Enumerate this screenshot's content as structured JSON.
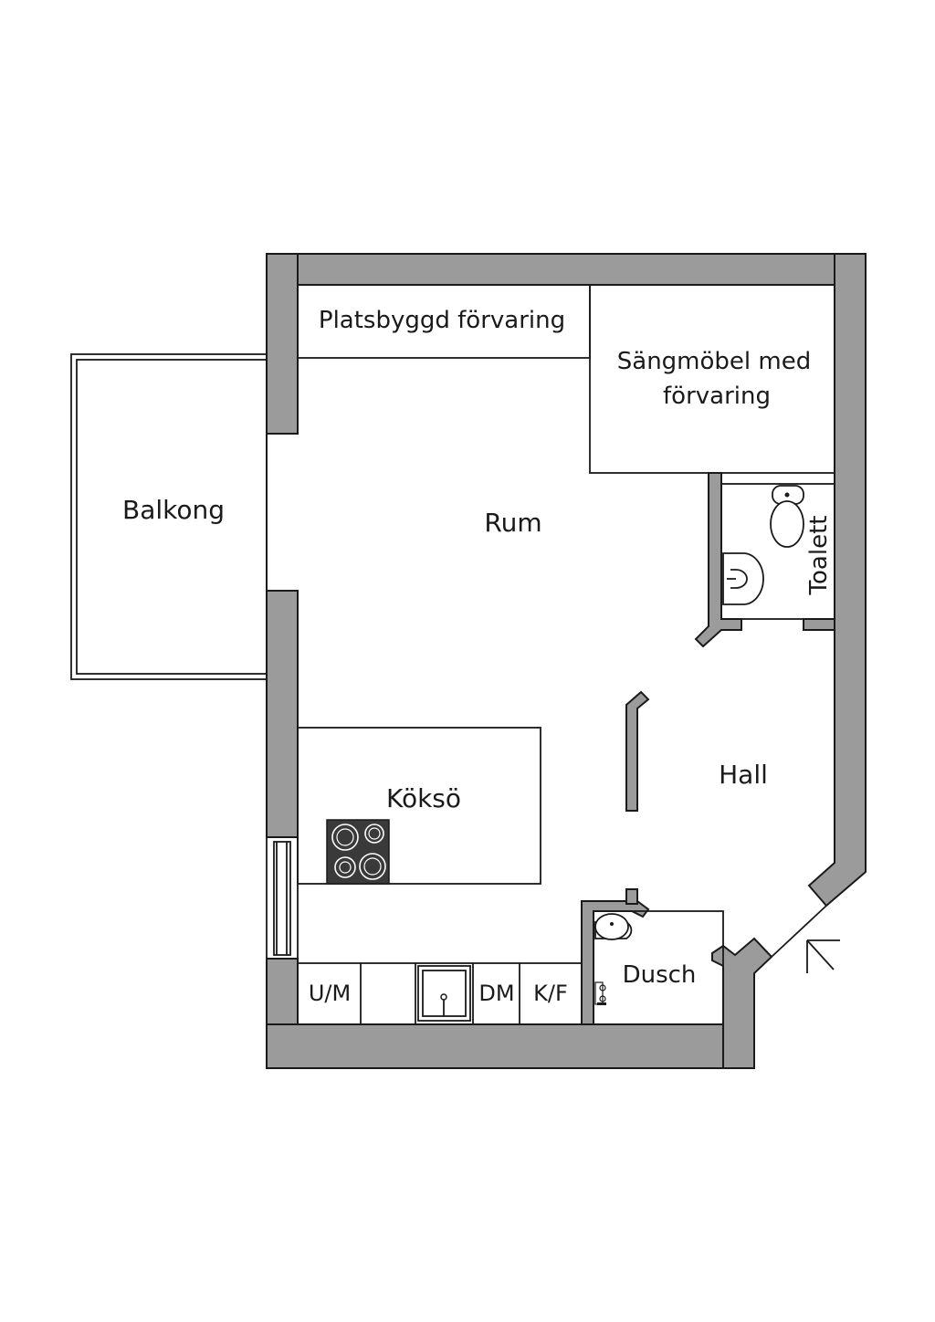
{
  "rooms": {
    "storage": "Platsbyggd förvaring",
    "bed_line1": "Sängmöbel med",
    "bed_line2": "förvaring",
    "balcony": "Balkong",
    "room": "Rum",
    "toilet": "Toalett",
    "hall": "Hall",
    "kitchen_island": "Köksö",
    "shower": "Dusch"
  },
  "kitchen_units": {
    "fridge_freezer_combo": "U/M",
    "dishwasher": "DM",
    "fridge_freezer": "K/F"
  },
  "colors": {
    "wall": "#9b9b9b",
    "outline": "#1a1a1a",
    "background": "#ffffff",
    "stove": "#3a3a3a"
  },
  "icons": [
    "toilet-icon",
    "sink-icon",
    "stove-icon",
    "shower-icon",
    "entrance-arrow-icon"
  ]
}
